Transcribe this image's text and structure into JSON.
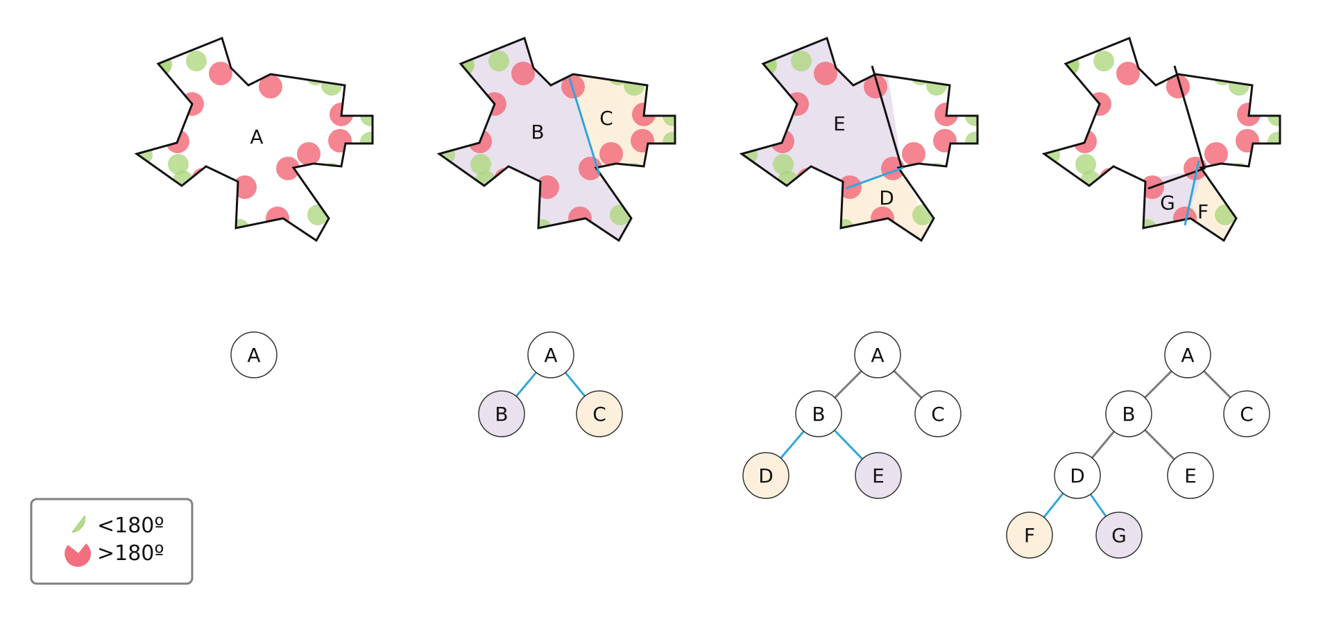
{
  "colors": {
    "purple": "#e9e1ee",
    "peach": "#fcf0dc",
    "white": "#ffffff",
    "outline": "#111111",
    "cut": "#2fa6dc",
    "tree_edge": "#7a7a7a",
    "convex": "#a9d67a",
    "reflex": "#f2707e"
  },
  "stages": [
    {
      "regions": [
        {
          "label": "A",
          "fill": "white"
        }
      ],
      "tree": [
        {
          "label": "A",
          "fill": "white"
        }
      ]
    },
    {
      "regions": [
        {
          "label": "B",
          "fill": "purple"
        },
        {
          "label": "C",
          "fill": "peach"
        }
      ],
      "tree": [
        {
          "label": "A",
          "fill": "white"
        },
        {
          "label": "B",
          "fill": "purple"
        },
        {
          "label": "C",
          "fill": "peach"
        }
      ]
    },
    {
      "regions": [
        {
          "label": "E",
          "fill": "purple"
        },
        {
          "label": "D",
          "fill": "peach"
        }
      ],
      "tree": [
        {
          "label": "A",
          "fill": "white"
        },
        {
          "label": "B",
          "fill": "white"
        },
        {
          "label": "C",
          "fill": "white"
        },
        {
          "label": "D",
          "fill": "peach"
        },
        {
          "label": "E",
          "fill": "purple"
        }
      ]
    },
    {
      "regions": [
        {
          "label": "G",
          "fill": "purple"
        },
        {
          "label": "F",
          "fill": "peach"
        }
      ],
      "tree": [
        {
          "label": "A",
          "fill": "white"
        },
        {
          "label": "B",
          "fill": "white"
        },
        {
          "label": "C",
          "fill": "white"
        },
        {
          "label": "D",
          "fill": "white"
        },
        {
          "label": "E",
          "fill": "white"
        },
        {
          "label": "F",
          "fill": "peach"
        },
        {
          "label": "G",
          "fill": "purple"
        }
      ]
    }
  ],
  "legend": {
    "convex_label": "<180º",
    "reflex_label": ">180º",
    "convex_icon": "green-wedge-icon",
    "reflex_icon": "red-wedge-icon"
  }
}
